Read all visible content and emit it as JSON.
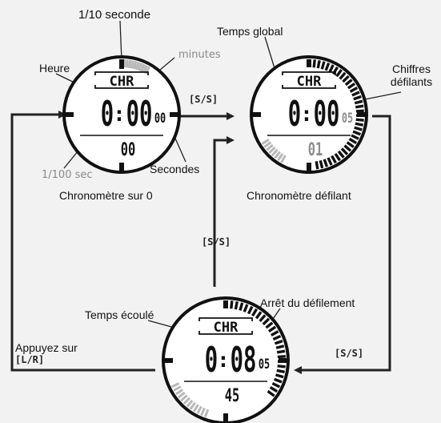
{
  "watches": [
    {
      "id": "zero",
      "mode": "CHR",
      "hours": "0",
      "minutes": "00",
      "seconds": "00",
      "lower": "00",
      "ring": "tenth-indicator",
      "caption": "Chronomètre sur 0"
    },
    {
      "id": "running",
      "mode": "CHR",
      "hours": "0",
      "minutes": "00",
      "seconds": "05",
      "lower": "01",
      "ring": "scrolling",
      "caption": "Chronomètre défilant"
    },
    {
      "id": "stopped",
      "mode": "CHR",
      "hours": "0",
      "minutes": "08",
      "seconds": "05",
      "lower": "45",
      "ring": "stopped",
      "caption": ""
    }
  ],
  "labels": {
    "tenth": "1/10 seconde",
    "minutes": "minutes",
    "hour": "Heure",
    "seconds": "Secondes",
    "hundredth": "1/100 sec",
    "global_time": "Temps global",
    "scrolling_digits": "Chiffres défilants",
    "elapsed": "Temps écoulé",
    "stop_scroll": "Arrêt du défilement",
    "press_on": "Appuyez sur",
    "press_key": "[L/R]"
  },
  "buttons": {
    "top": "[S/S]",
    "middle": "[S/S]",
    "right": "[S/S]"
  }
}
